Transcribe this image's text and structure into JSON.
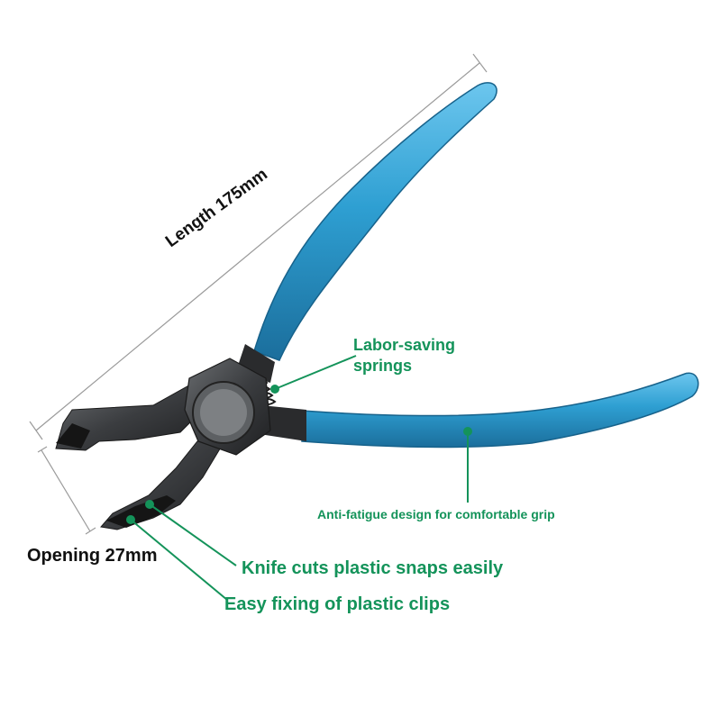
{
  "labels": {
    "length": "Length 175mm",
    "springs": "Labor-saving springs",
    "grip": "Anti-fatigue design for comfortable grip",
    "opening": "Opening 27mm",
    "knife": "Knife cuts plastic snaps easily",
    "clips": "Easy fixing of plastic clips"
  },
  "colors": {
    "handle": "#2e9fd2",
    "handle_dark": "#1b78a8",
    "steel": "#3b3d40",
    "steel_light": "#8a8d90",
    "callout": "#14935a",
    "dimension_line": "#9a9a9a"
  }
}
